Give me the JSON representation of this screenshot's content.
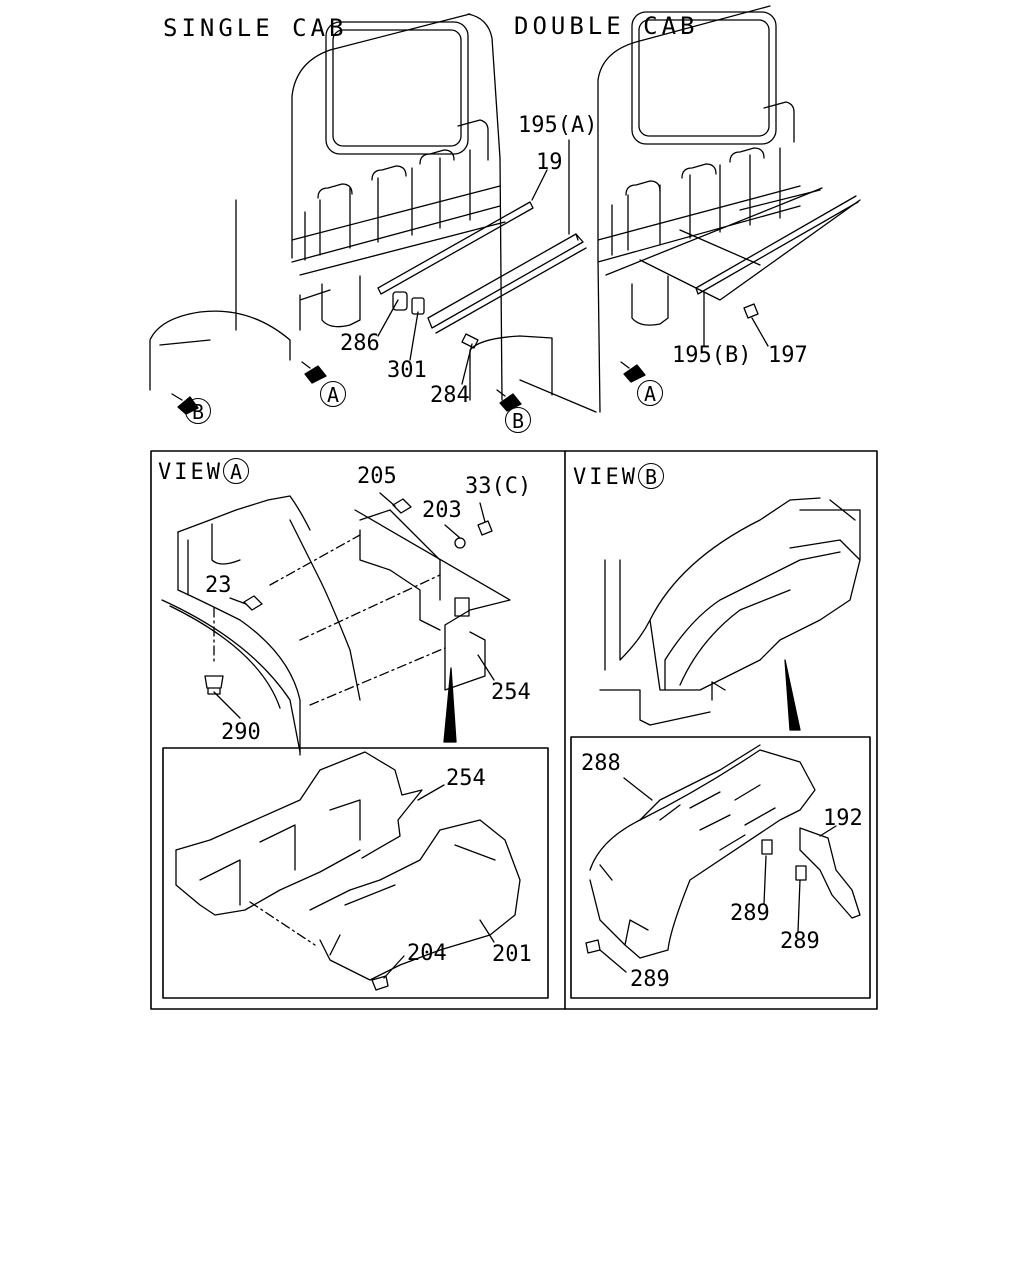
{
  "headers": {
    "single_cab": "SINGLE CAB",
    "double_cab": "DOUBLE CAB"
  },
  "views": {
    "a": {
      "prefix": "VIEW",
      "letter": "A"
    },
    "b": {
      "prefix": "VIEW",
      "letter": "B"
    }
  },
  "arrows": {
    "a1": "A",
    "b1": "B",
    "b2": "B",
    "a2": "A"
  },
  "parts": {
    "p195a": "195(A)",
    "p19": "19",
    "p286": "286",
    "p301": "301",
    "p284": "284",
    "p195b": "195(B)",
    "p197": "197",
    "p205": "205",
    "p33c": "33(C)",
    "p203": "203",
    "p23": "23",
    "p254a": "254",
    "p290": "290",
    "p254b": "254",
    "p204": "204",
    "p201": "201",
    "p288": "288",
    "p192": "192",
    "p289a": "289",
    "p289b": "289",
    "p289c": "289"
  }
}
